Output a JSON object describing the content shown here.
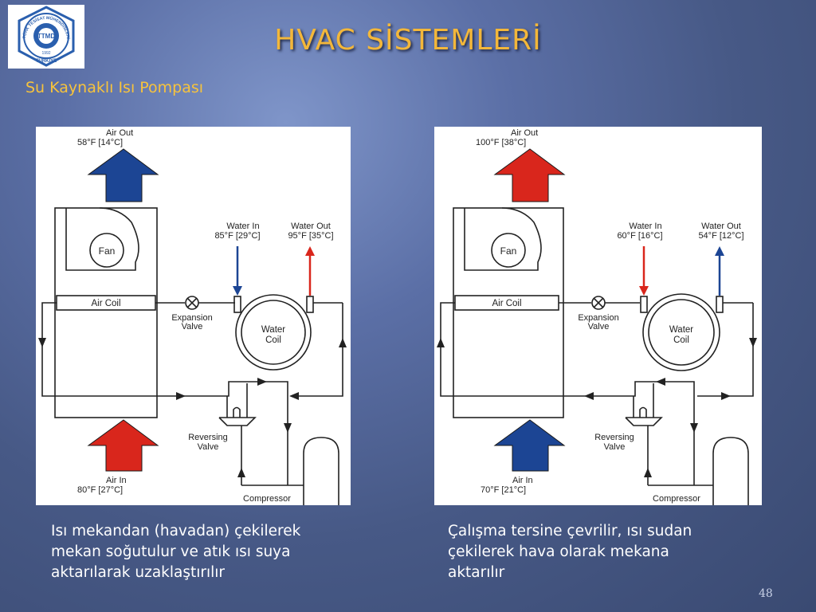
{
  "slide": {
    "title": "HVAC SİSTEMLERİ",
    "subtitle": "Su Kaynaklı Isı Pompası",
    "page_number": "48"
  },
  "logo": {
    "ring_text": "TÜRK TESİSAT MÜHENDİSLERİ DERNEĞİ",
    "center_text": "TTMD",
    "year": "1992",
    "country": "TÜRKİYE"
  },
  "left_diagram": {
    "air_out_label": "Air Out",
    "air_out_temp": "58°F [14°C]",
    "air_in_label": "Air In",
    "air_in_temp": "80°F [27°C]",
    "water_in_label": "Water In",
    "water_in_temp": "85°F [29°C]",
    "water_out_label": "Water Out",
    "water_out_temp": "95°F [35°C]",
    "fan": "Fan",
    "air_coil": "Air Coil",
    "expansion_valve_1": "Expansion",
    "expansion_valve_2": "Valve",
    "water_coil_1": "Water",
    "water_coil_2": "Coil",
    "reversing_valve_1": "Reversing",
    "reversing_valve_2": "Valve",
    "compressor": "Compressor",
    "top_arrow_color": "#1c4594",
    "bottom_arrow_color": "#d9261c"
  },
  "right_diagram": {
    "air_out_label": "Air Out",
    "air_out_temp": "100°F [38°C]",
    "air_in_label": "Air In",
    "air_in_temp": "70°F [21°C]",
    "water_in_label": "Water In",
    "water_in_temp": "60°F [16°C]",
    "water_out_label": "Water Out",
    "water_out_temp": "54°F [12°C]",
    "fan": "Fan",
    "air_coil": "Air Coil",
    "expansion_valve_1": "Expansion",
    "expansion_valve_2": "Valve",
    "water_coil_1": "Water",
    "water_coil_2": "Coil",
    "reversing_valve_1": "Reversing",
    "reversing_valve_2": "Valve",
    "compressor": "Compressor",
    "top_arrow_color": "#d9261c",
    "bottom_arrow_color": "#1c4594"
  },
  "captions": {
    "left": [
      "Isı mekandan (havadan) çekilerek",
      "mekan soğutulur ve atık ısı suya",
      "aktarılarak uzaklaştırılır"
    ],
    "right": [
      "Çalışma tersine çevrilir, ısı sudan",
      "çekilerek hava olarak mekana",
      "aktarılır"
    ]
  },
  "colors": {
    "title": "#f3b73a",
    "subtitle": "#f7c33c",
    "logo_blue": "#2a5fae"
  }
}
